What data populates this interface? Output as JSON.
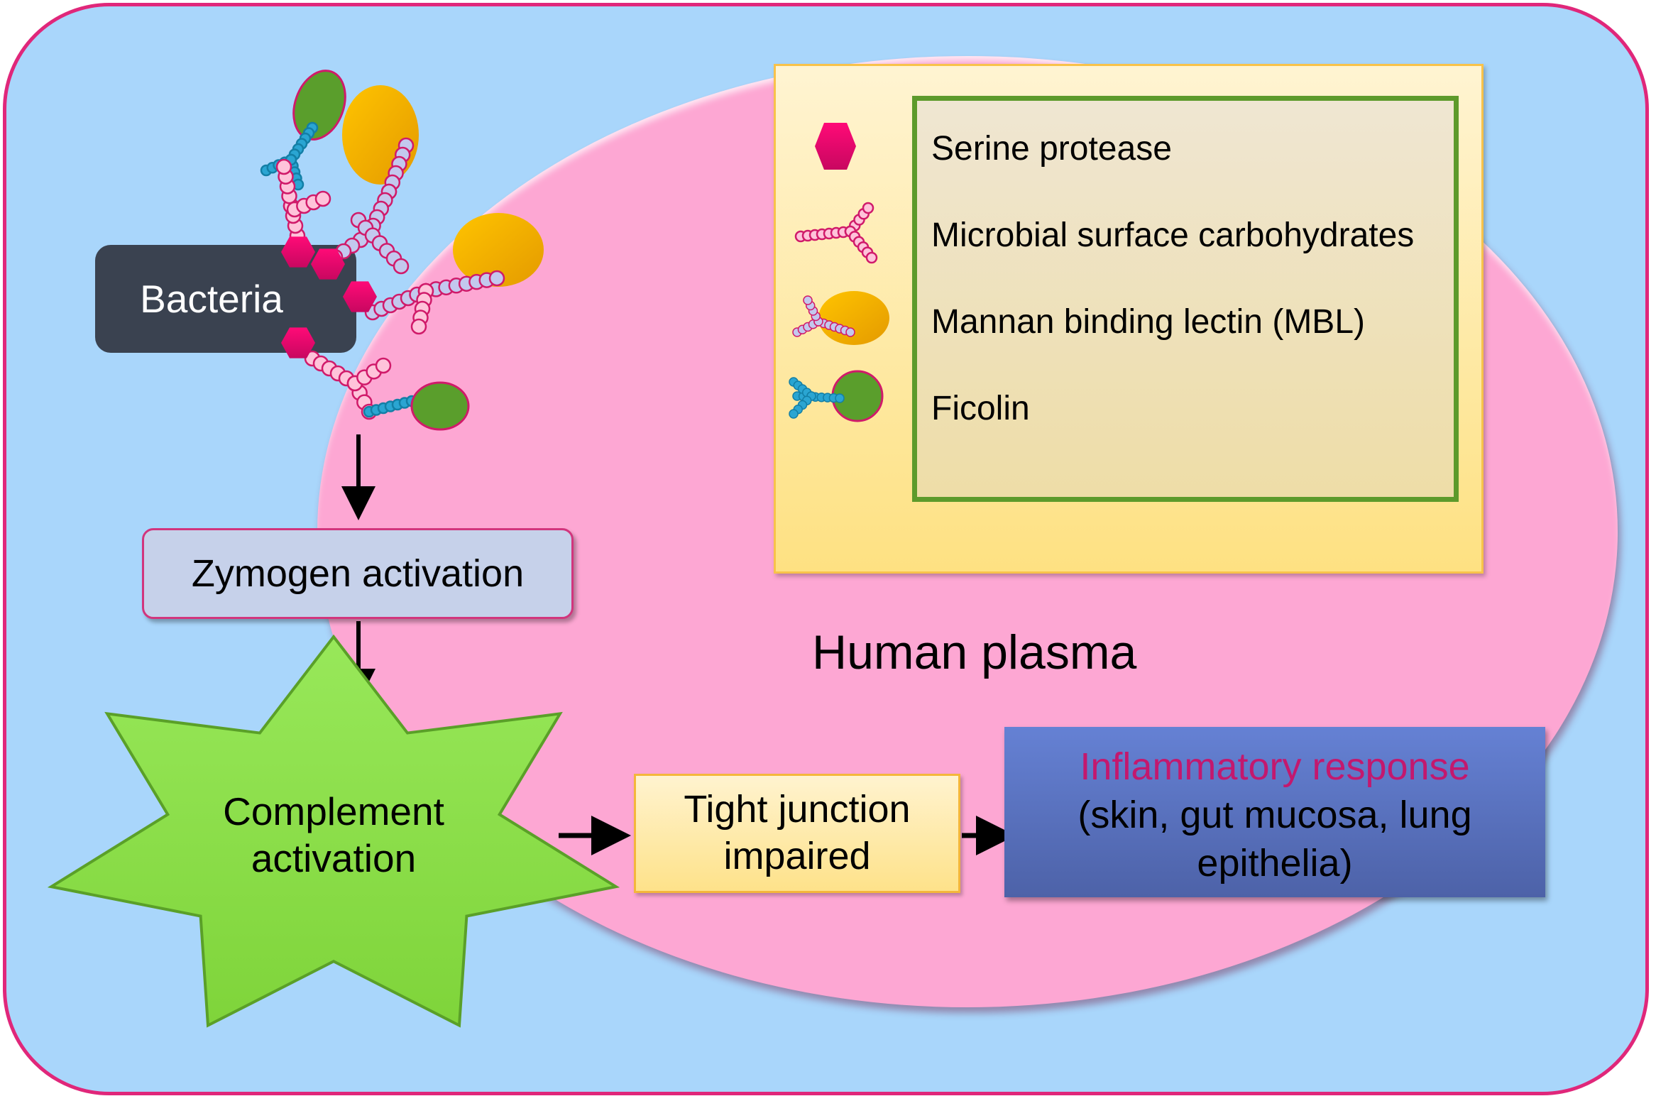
{
  "diagram": {
    "region_label": "Human plasma",
    "nodes": {
      "bacteria": "Bacteria",
      "zymogen": "Zymogen activation",
      "complement": [
        "Complement",
        "activation"
      ],
      "tight_junction": [
        "Tight junction",
        "impaired"
      ],
      "inflammatory_title": "Inflammatory response",
      "inflammatory_detail": [
        "(skin, gut mucosa, lung",
        "epithelia)"
      ]
    },
    "flow": [
      "Bacteria -> Zymogen activation",
      "Zymogen activation -> Complement activation",
      "Complement activation -> Tight junction impaired",
      "Tight junction impaired -> Inflammatory response"
    ],
    "legend": {
      "items": [
        {
          "icon": "hexagon-icon",
          "label": "Serine protease"
        },
        {
          "icon": "carbohydrate-chain-icon",
          "label": "Microbial surface carbohydrates"
        },
        {
          "icon": "mbl-icon",
          "label": "Mannan binding lectin (MBL)"
        },
        {
          "icon": "ficolin-icon",
          "label": "Ficolin"
        }
      ]
    },
    "colors": {
      "background": "#a9d6fb",
      "border": "#e0277a",
      "plasma": "#fda7d3",
      "serine_protease": "#e8116f",
      "mbl": "#f7b500",
      "ficolin": "#5a9e2c",
      "complement_star": "#8bdf45",
      "inflammatory_title": "#c3186e"
    }
  }
}
